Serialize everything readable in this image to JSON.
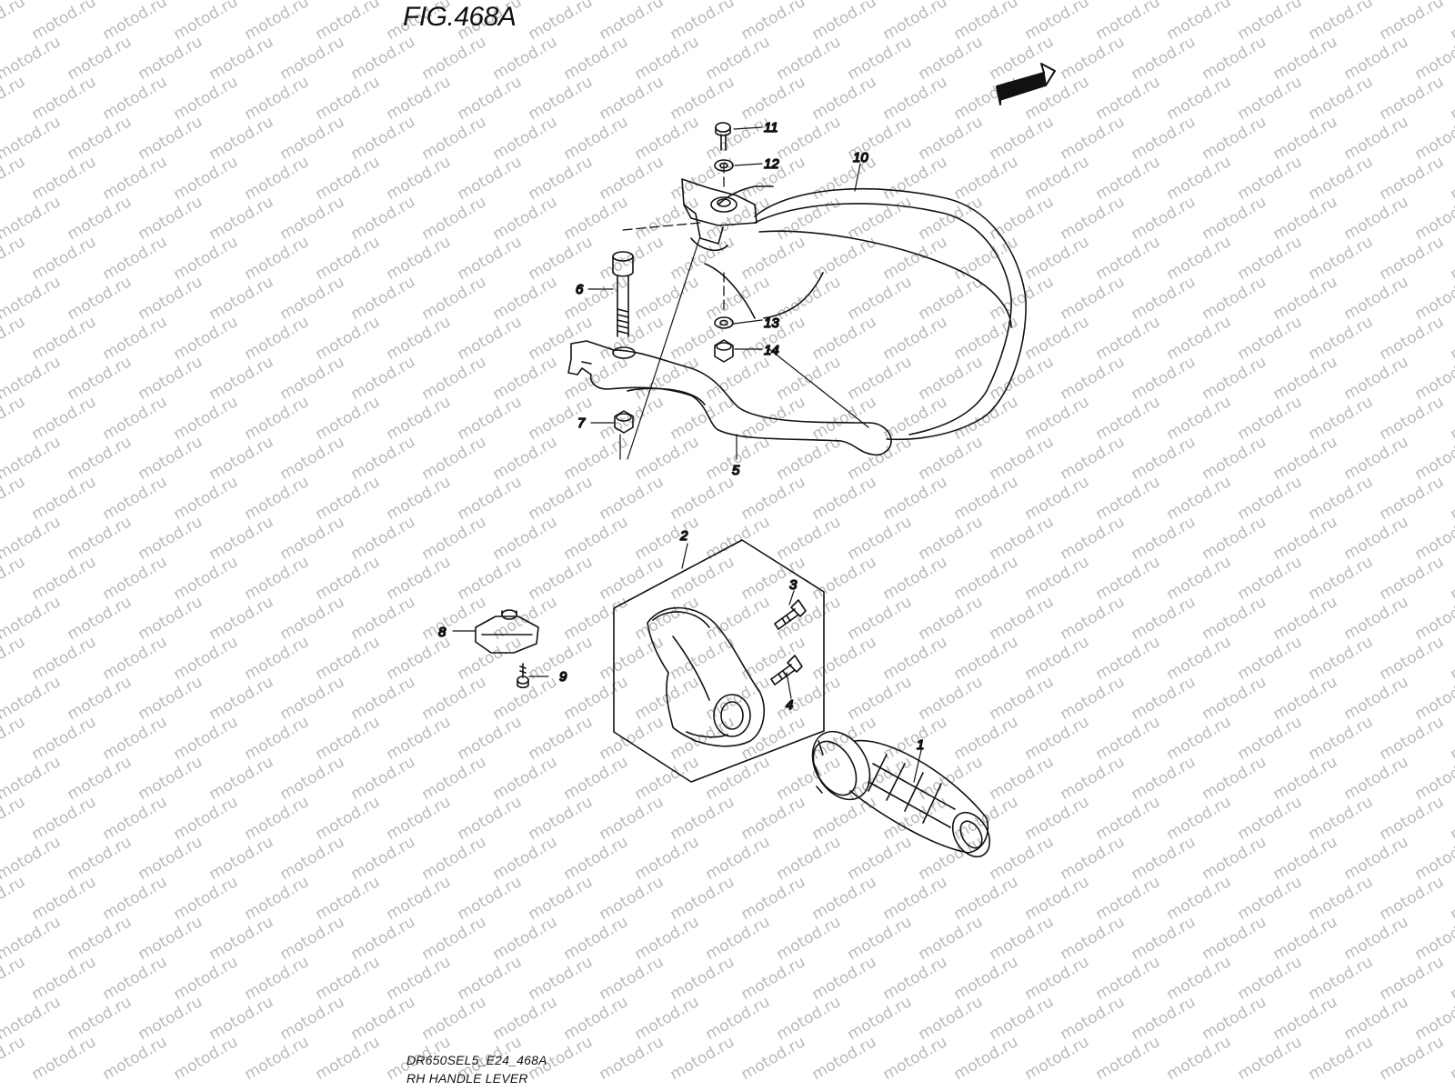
{
  "figure": {
    "title": "FIG.468A",
    "code": "DR650SEL5_E24_468A",
    "name": "RH HANDLE LEVER"
  },
  "watermark": {
    "text": "motod.ru",
    "color": "#b9b9b9"
  },
  "fwd_label": "FWD",
  "callouts": [
    "1",
    "2",
    "3",
    "4",
    "5",
    "6",
    "7",
    "8",
    "9",
    "10",
    "11",
    "12",
    "13",
    "14"
  ],
  "colors": {
    "line": "#111111",
    "background": "#ffffff"
  }
}
